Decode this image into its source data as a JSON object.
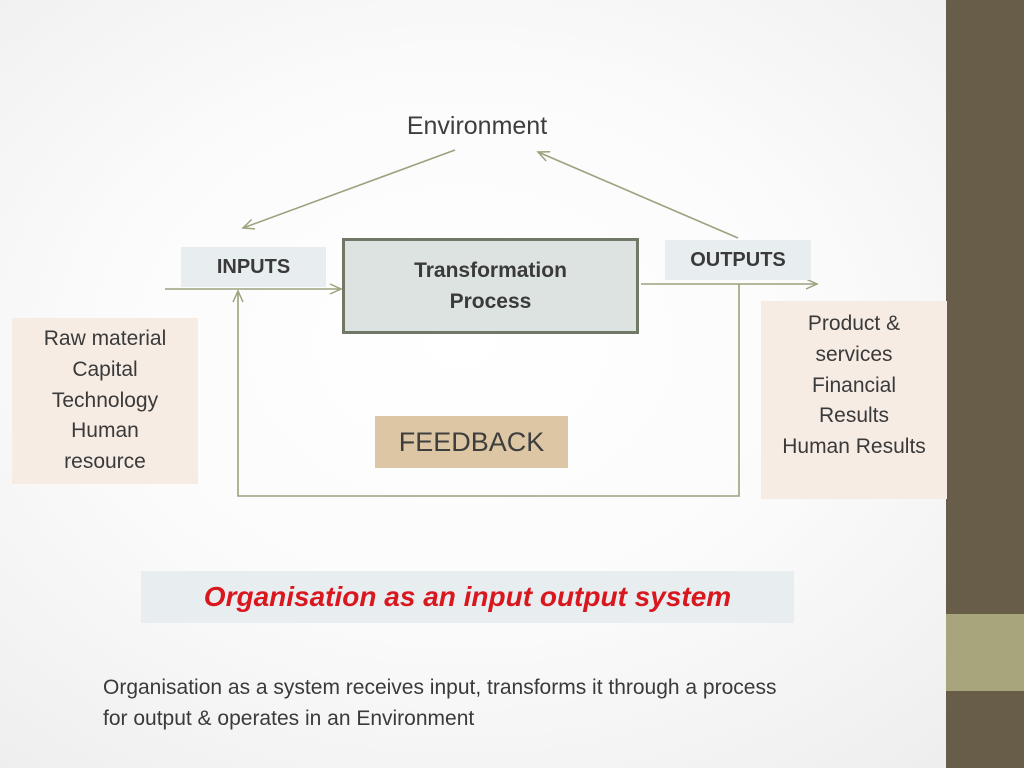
{
  "diagram": {
    "environment_label": "Environment",
    "inputs_label": "INPUTS",
    "outputs_label": "OUTPUTS",
    "process_label_lines": [
      "Transformation",
      "Process"
    ],
    "input_items": [
      "Raw material",
      "Capital",
      "Technology",
      "Human",
      "resource"
    ],
    "output_items": [
      "Product &",
      "services",
      "Financial",
      "Results",
      "Human Results"
    ],
    "feedback_label": "FEEDBACK"
  },
  "caption": "Organisation as an input output system",
  "description_lines": [
    "Organisation as a system receives input, transforms it through a process",
    "for output & operates in an Environment"
  ],
  "colors": {
    "arrow": "#9ba27d",
    "sidebar": "#685d48",
    "sidebar_accent": "#a8a47b",
    "caption_text": "#d9171f",
    "feedback_fill": "#ddc6a4",
    "side_box_fill": "#f6ece4",
    "label_fill": "#e8eef0",
    "process_fill": "#dce3e0",
    "process_border": "#727867"
  }
}
